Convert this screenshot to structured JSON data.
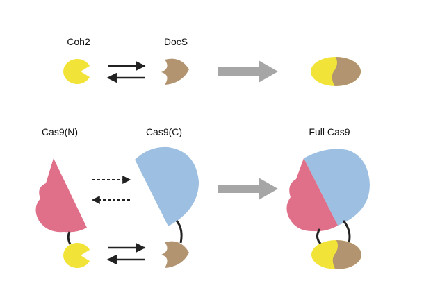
{
  "labels": {
    "coh2": "Coh2",
    "docs": "DocS",
    "cas9_n": "Cas9(N)",
    "cas9_c": "Cas9(C)",
    "full_cas9": "Full Cas9"
  },
  "colors": {
    "coh2_yellow": "#f2e338",
    "docs_tan": "#b39470",
    "cas9_n_pink": "#e0708a",
    "cas9_c_blue": "#9dbfe1",
    "arrow_black": "#222222",
    "process_arrow_gray": "#a6a6a6",
    "linker": "#222222"
  }
}
